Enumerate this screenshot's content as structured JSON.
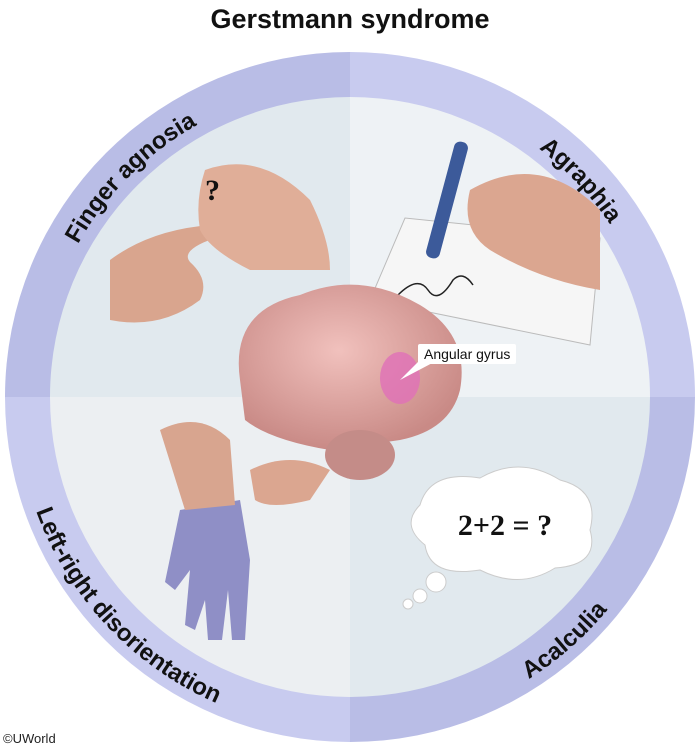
{
  "title": "Gerstmann syndrome",
  "quadrants": [
    {
      "label": "Finger agnosia",
      "mark": "?"
    },
    {
      "label": "Agraphia"
    },
    {
      "label": "Acalculia",
      "thought": "2+2 = ?"
    },
    {
      "label": "Left-right disorientation"
    }
  ],
  "brain": {
    "callout": "Angular gyrus",
    "highlight_color": "#e070b8"
  },
  "colors": {
    "ring_a": "#b9bde6",
    "ring_b": "#c8cbef",
    "quad_a": "#e3eaef",
    "quad_b": "#eef2f5"
  },
  "credit": "©UWorld"
}
